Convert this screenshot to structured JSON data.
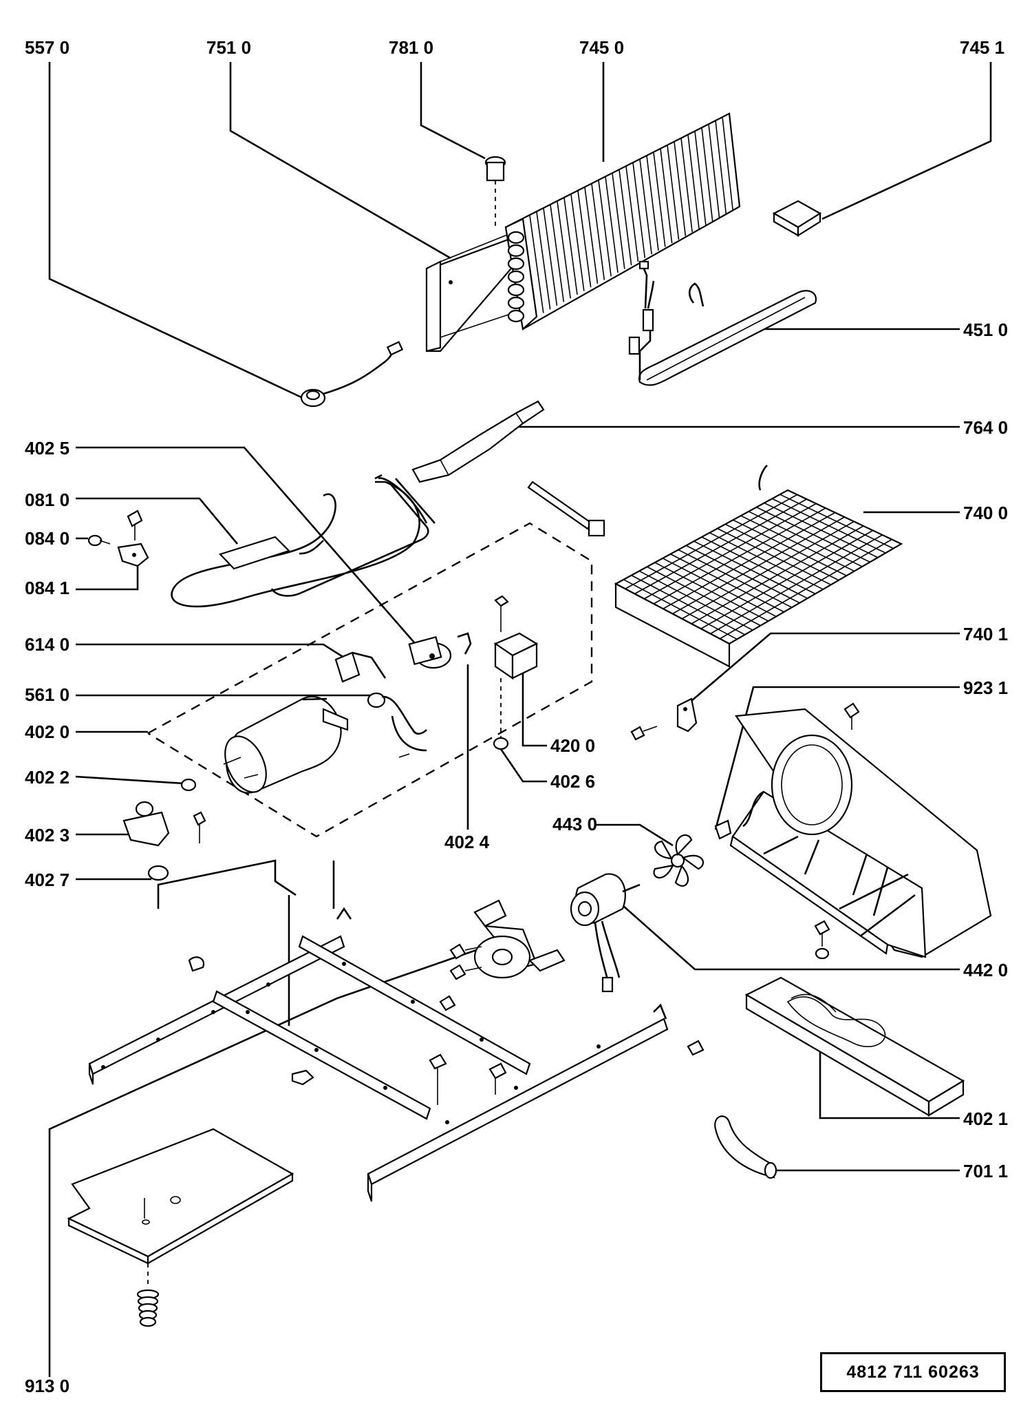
{
  "labels": {
    "p5570": "557 0",
    "p7510": "751 0",
    "p7810": "781 0",
    "p7450": "745 0",
    "p7451": "745 1",
    "p4510": "451 0",
    "p7640": "764 0",
    "p4025": "402 5",
    "p0810": "081 0",
    "p0840": "084 0",
    "p0841": "084 1",
    "p7400": "740 0",
    "p6140": "614 0",
    "p7401": "740 1",
    "p5610": "561 0",
    "p9231": "923 1",
    "p4020": "402 0",
    "p4200": "420 0",
    "p4022": "402 2",
    "p4026": "402 6",
    "p4023": "402 3",
    "p4024": "402 4",
    "p4430": "443 0",
    "p4027": "402  7",
    "p4420": "442 0",
    "p4021": "402 1",
    "p7011": "701 1",
    "p9130": "913 0"
  },
  "reference_number": "4812  711  60263"
}
